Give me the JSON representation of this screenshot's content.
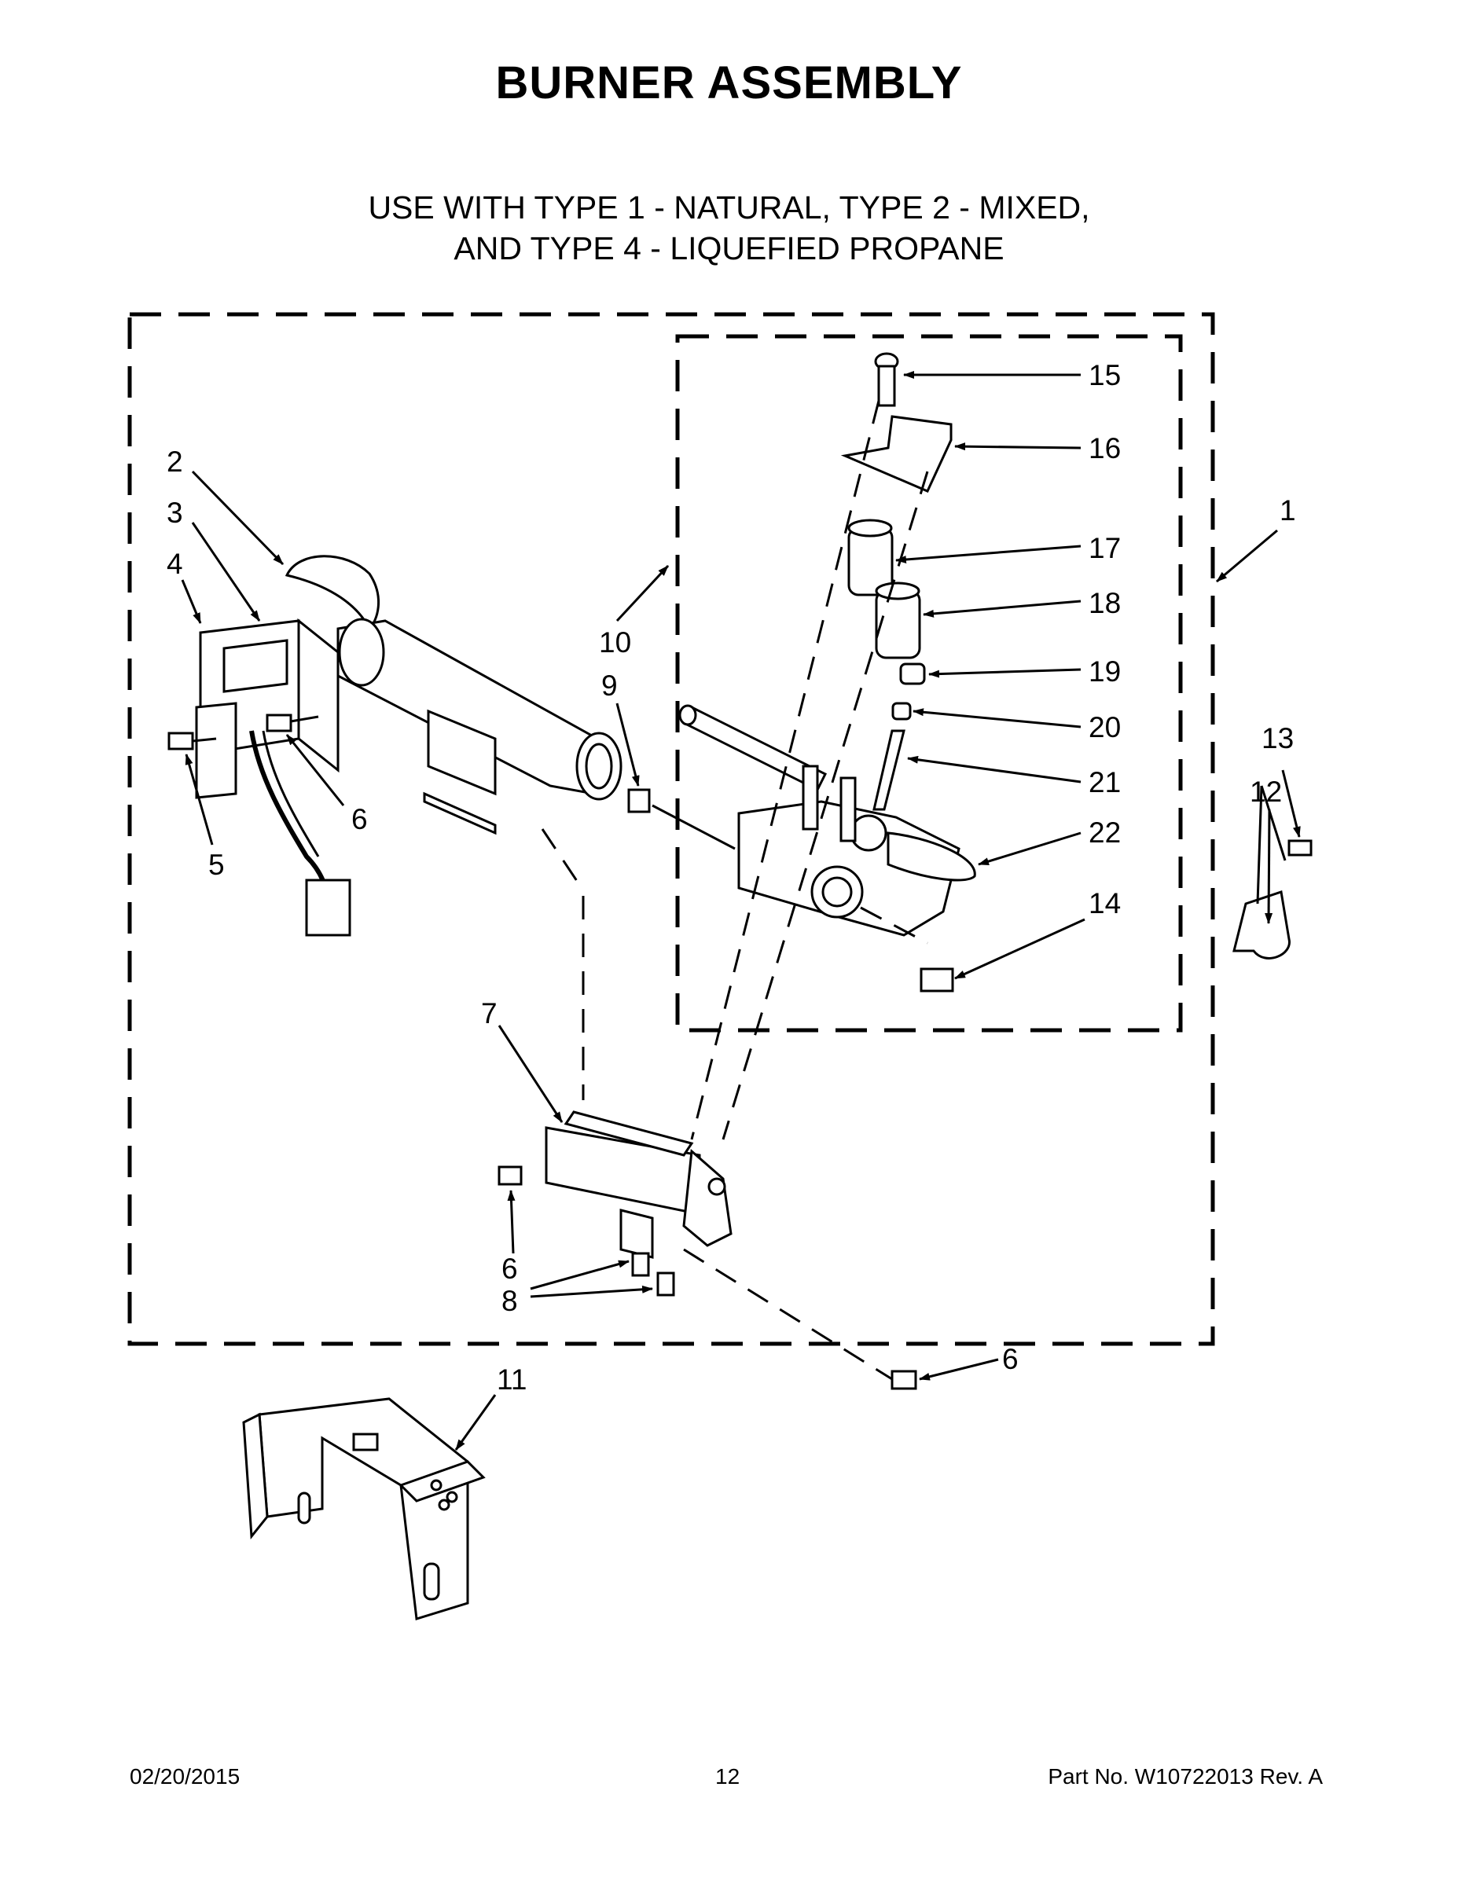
{
  "title": "BURNER ASSEMBLY",
  "subtitle_line1": "USE WITH TYPE 1 - NATURAL, TYPE 2 - MIXED,",
  "subtitle_line2": "AND TYPE 4 - LIQUEFIED PROPANE",
  "callouts": {
    "c1": "1",
    "c2": "2",
    "c3": "3",
    "c4": "4",
    "c5": "5",
    "c6a": "6",
    "c6b": "6",
    "c6c": "6",
    "c7": "7",
    "c8": "8",
    "c9": "9",
    "c10": "10",
    "c11": "11",
    "c12": "12",
    "c13": "13",
    "c14": "14",
    "c15": "15",
    "c16": "16",
    "c17": "17",
    "c18": "18",
    "c19": "19",
    "c20": "20",
    "c21": "21",
    "c22": "22"
  },
  "footer": {
    "date": "02/20/2015",
    "page": "12",
    "part_number": "Part No.  W10722013  Rev.  A"
  }
}
